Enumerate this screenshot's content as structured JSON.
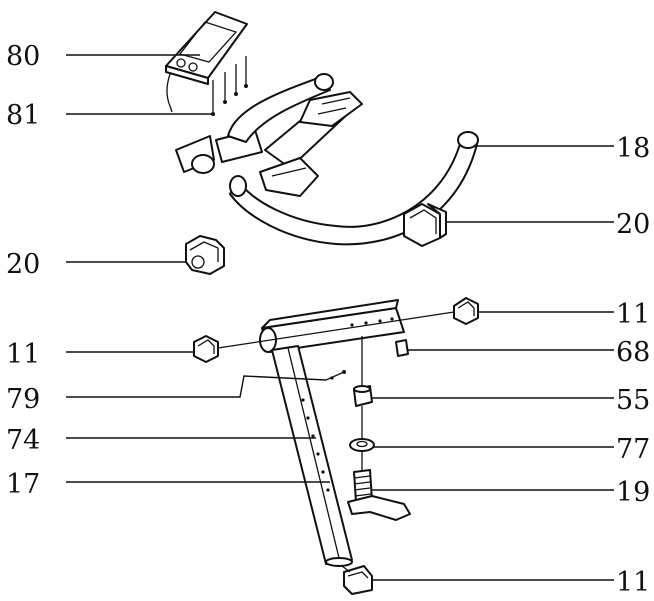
{
  "labels": {
    "80": "80",
    "81": "81",
    "18": "18",
    "20_right": "20",
    "20_left": "20",
    "11_right": "11",
    "11_left": "11",
    "68": "68",
    "79": "79",
    "55": "55",
    "74": "74",
    "77": "77",
    "17": "17",
    "19": "19",
    "11_bottom": "11"
  }
}
